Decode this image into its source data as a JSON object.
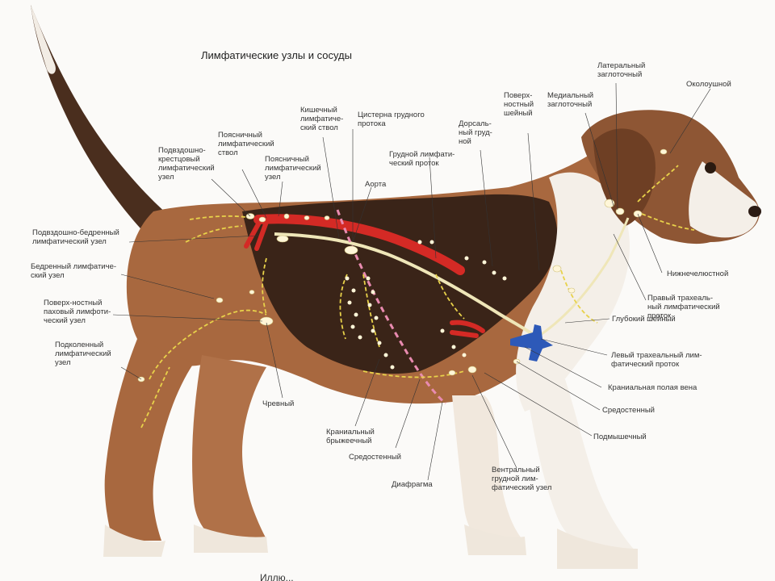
{
  "title": "Лимфатические узлы и сосуды",
  "colors": {
    "coat_brown": "#a8683f",
    "coat_dark": "#3a2418",
    "coat_white": "#f4efe8",
    "artery": "#d42a25",
    "vena_cava": "#2d59b8",
    "lymph_vessel": "#efe6b8",
    "diaphragm": "#e98bb0",
    "node": "#fff6d8"
  },
  "labels": {
    "lateral_pharyngeal": "Латеральный\nзаглоточный",
    "parotid": "Околоушной",
    "medial_pharyngeal": "Медиальный\nзаглоточный",
    "superficial_cervical": "Поверх-\nностный\nшейный",
    "dorsal_thoracic": "Дорсаль-\nный груд-\nной",
    "intestinal_trunk": "Кишечный\nлимфатиче-\nский ствол",
    "cisterna_chyli": "Цистерна грудного\nпротока",
    "thoracic_duct": "Грудной лимфати-\nческий проток",
    "lumbar_trunk": "Поясничный\nлимфатический\nствол",
    "lumbar_node": "Поясничный\nлимфатический\nузел",
    "aorta": "Аорта",
    "iliosacral": "Подвздошно-\nкрестцовый\nлимфатический\nузел",
    "iliofemoral": "Подвздошно-бедренный\nлимфатический узел",
    "femoral": "Бедренный лимфатиче-\nский узел",
    "superficial_inguinal": "Поверх-ностный\nпаховый лимфоти-\nческий узел",
    "popliteal": "Подколенный\nлимфатический\nузел",
    "mandibular": "Нижнечелюстной",
    "right_tracheal": "Правый трахеаль-\nный лимфатический\nпроток",
    "deep_cervical": "Глубокий шейный",
    "left_tracheal": "Левый трахеальный лим-\nфатический проток",
    "cranial_vena_cava": "Краниальная полая вена",
    "mediastinal_right": "Средостенный",
    "axillary": "Подмышечный",
    "celiac": "Чревный",
    "cranial_mesenteric": "Краниальный\nбрыжеечный",
    "mediastinal_bottom": "Средостенный",
    "diaphragm": "Диафрагма",
    "ventral_thoracic": "Вентральный\nгрудной лим-\nфатический узел"
  },
  "caption": "Иллю..."
}
